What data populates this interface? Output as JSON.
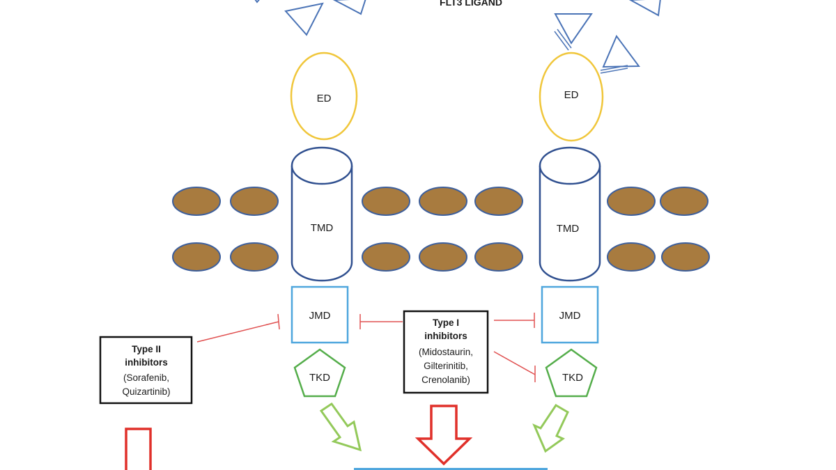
{
  "heading": "FLT3 LIGAND",
  "labels": {
    "ed": "ED",
    "tmd": "TMD",
    "jmd": "JMD",
    "tkd": "TKD"
  },
  "type2_box": {
    "title_line1": "Type II",
    "title_line2": "inhibitors",
    "drugs_line1": "(Sorafenib,",
    "drugs_line2": "Quizartinib)"
  },
  "type1_box": {
    "title_line1": "Type I",
    "title_line2": "inhibitors",
    "drugs_line1": "(Midostaurin,",
    "drugs_line2": "Gilterinitib,",
    "drugs_line3": "Crenolanib)"
  },
  "colors": {
    "ligand": "#4a73b6",
    "extracellular_domain": "#f0c63a",
    "transmembrane_domain": "#2f4f8f",
    "lipid": "#a87b3f",
    "lipid_outline": "#3d5f9c",
    "juxtamembrane_domain": "#4ea6dd",
    "kinase_domain": "#54ad4a",
    "green_arrow": "#93c95a",
    "red_arrow": "#e0302a",
    "inhibition_line": "#e05050",
    "box_border": "#111111"
  }
}
